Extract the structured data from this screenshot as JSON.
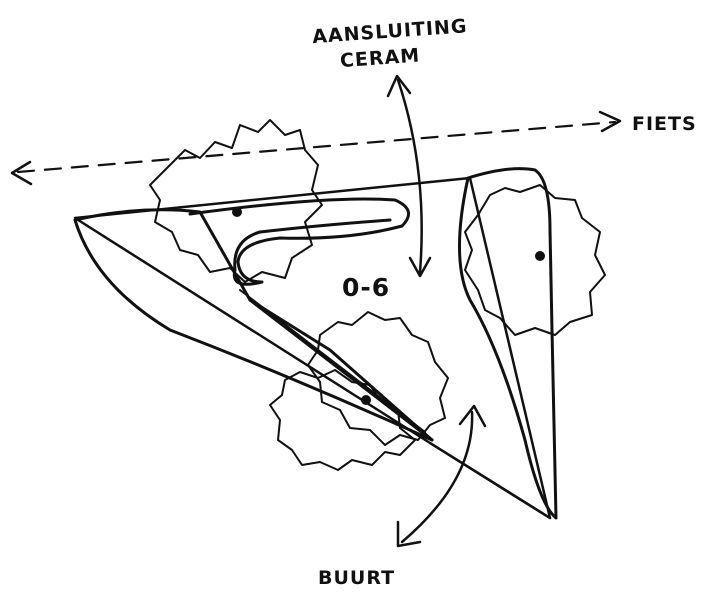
{
  "labels": {
    "top": [
      "AANSLUITING",
      "CERAM"
    ],
    "right": "FIETS",
    "center": "0-6",
    "bottom": "BUURT"
  },
  "colors": {
    "ink": "#111111",
    "paper": "#ffffff"
  }
}
